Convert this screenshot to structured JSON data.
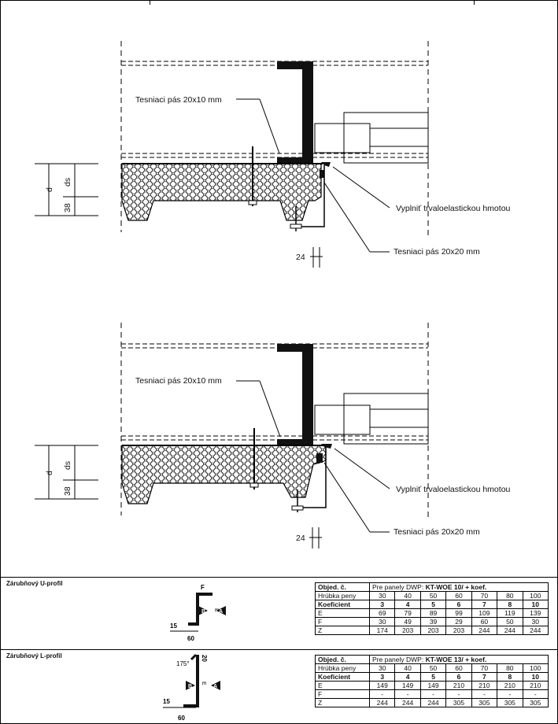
{
  "drawing": {
    "detail1": {
      "seal_top": "Tesniaci pás 20x10 mm",
      "fill": "Vyplniť trvaloelastickou hmotou",
      "seal_bottom": "Tesniaci pás 20x20 mm",
      "dim_d": "d",
      "dim_ds": "ds",
      "dim_38": "38",
      "dim_24": "24"
    },
    "detail2": {
      "seal_top": "Tesniaci pás 20x10 mm",
      "fill": "Vyplniť trvaloelastickou hmotou",
      "seal_bottom": "Tesniaci pás 20x20 mm",
      "dim_d": "d",
      "dim_ds": "ds",
      "dim_38": "38",
      "dim_24": "24"
    }
  },
  "profiles": [
    {
      "title": "Zárubňový U-profil",
      "sketch": {
        "f": "F",
        "e": "E",
        "b": "B",
        "a": "A",
        "lip": "15",
        "width": "60"
      },
      "table": {
        "head_label": "Objed. č.",
        "head_value_prefix": "Pre panely DWP: ",
        "head_value_bold": "KT-WOE 10/ + koef.",
        "rows": [
          {
            "label": "Hrúbka peny",
            "bold": false,
            "values": [
              "30",
              "40",
              "50",
              "60",
              "70",
              "80",
              "100"
            ]
          },
          {
            "label": "Koeficient",
            "bold": true,
            "values": [
              "3",
              "4",
              "5",
              "6",
              "7",
              "8",
              "10"
            ]
          },
          {
            "label": "E",
            "bold": false,
            "values": [
              "69",
              "79",
              "89",
              "99",
              "109",
              "119",
              "139"
            ]
          },
          {
            "label": "F",
            "bold": false,
            "values": [
              "30",
              "49",
              "39",
              "29",
              "60",
              "50",
              "30"
            ]
          },
          {
            "label": "Z",
            "bold": false,
            "values": [
              "174",
              "203",
              "203",
              "203",
              "244",
              "244",
              "244"
            ]
          }
        ]
      }
    },
    {
      "title": "Zárubňový L-profil",
      "sketch": {
        "angle": "175°",
        "z": "20",
        "e": "E",
        "b": "B",
        "a": "A",
        "lip": "15",
        "width": "60"
      },
      "table": {
        "head_label": "Objed. č.",
        "head_value_prefix": "Pre panely DWP: ",
        "head_value_bold": "KT-WOE 13/ + koef.",
        "rows": [
          {
            "label": "Hrúbka peny",
            "bold": false,
            "values": [
              "30",
              "40",
              "50",
              "60",
              "70",
              "80",
              "100"
            ]
          },
          {
            "label": "Koeficient",
            "bold": true,
            "values": [
              "3",
              "4",
              "5",
              "6",
              "7",
              "8",
              "10"
            ]
          },
          {
            "label": "E",
            "bold": false,
            "values": [
              "149",
              "149",
              "149",
              "210",
              "210",
              "210",
              "210"
            ]
          },
          {
            "label": "F",
            "bold": false,
            "values": [
              "-",
              "-",
              "-",
              "-",
              "-",
              "-",
              "-"
            ]
          },
          {
            "label": "Z",
            "bold": false,
            "values": [
              "244",
              "244",
              "244",
              "305",
              "305",
              "305",
              "305"
            ]
          }
        ]
      }
    }
  ]
}
